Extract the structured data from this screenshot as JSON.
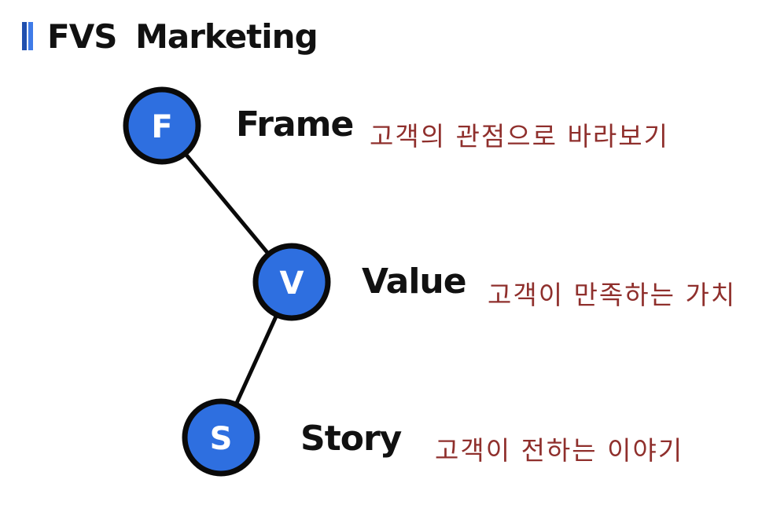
{
  "title": "FVS Marketing",
  "colors": {
    "node_fill": "#2e6fe0",
    "node_stroke": "#0a0a0a",
    "description": "#8f2f2c",
    "title_marker": "#2e6fe0"
  },
  "items": [
    {
      "letter": "F",
      "term": "Frame",
      "description": "고객의 관점으로 바라보기"
    },
    {
      "letter": "V",
      "term": "Value",
      "description": "고객이 만족하는 가치"
    },
    {
      "letter": "S",
      "term": "Story",
      "description": "고객이 전하는 이야기"
    }
  ]
}
